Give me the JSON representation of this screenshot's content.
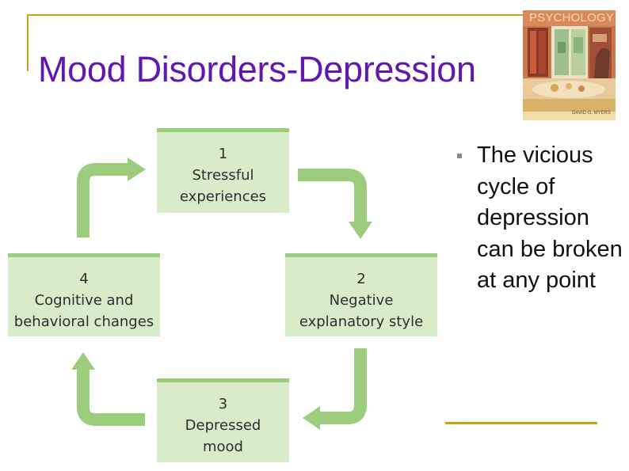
{
  "slide": {
    "title": "Mood Disorders-Depression",
    "bullet": "The vicious cycle of depression can be broken at any point"
  },
  "book_cover": {
    "title": "PSYCHOLOGY",
    "author": "DAVID G. MYERS"
  },
  "cycle": {
    "steps": [
      {
        "number": "1",
        "line1": "Stressful",
        "line2": "experiences"
      },
      {
        "number": "2",
        "line1": "Negative",
        "line2": "explanatory style"
      },
      {
        "number": "3",
        "line1": "Depressed",
        "line2": "mood"
      },
      {
        "number": "4",
        "line1": "Cognitive and",
        "line2": "behavioral changes"
      }
    ]
  },
  "colors": {
    "title": "#6018b0",
    "rule": "#c8a415",
    "box_fill": "#d9ecca",
    "arrow": "#9ccd7d"
  }
}
